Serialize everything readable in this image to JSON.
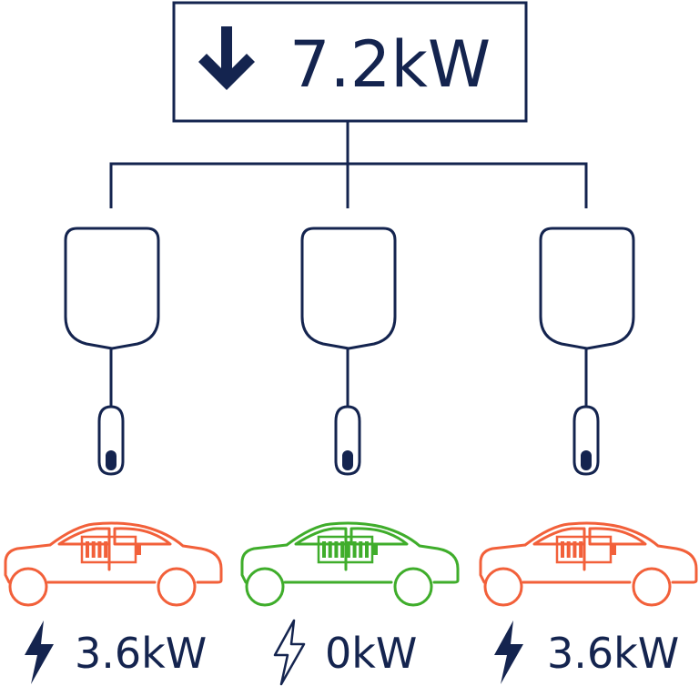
{
  "supply": {
    "label": "7.2kW"
  },
  "colors": {
    "navy": "#14244f",
    "charging": "#f2603a",
    "full": "#3fad2b",
    "background": "#ffffff"
  },
  "icons": {
    "supply": "arrow-down-icon",
    "charging": "lightning-bolt-filled-icon",
    "idle": "lightning-bolt-outline-icon"
  },
  "chargers": [
    {
      "power_label": "3.6kW",
      "state": "charging",
      "battery_bars": 4,
      "battery_total": 8
    },
    {
      "power_label": "0kW",
      "state": "full",
      "battery_bars": 8,
      "battery_total": 8
    },
    {
      "power_label": "3.6kW",
      "state": "charging",
      "battery_bars": 4,
      "battery_total": 8
    }
  ]
}
